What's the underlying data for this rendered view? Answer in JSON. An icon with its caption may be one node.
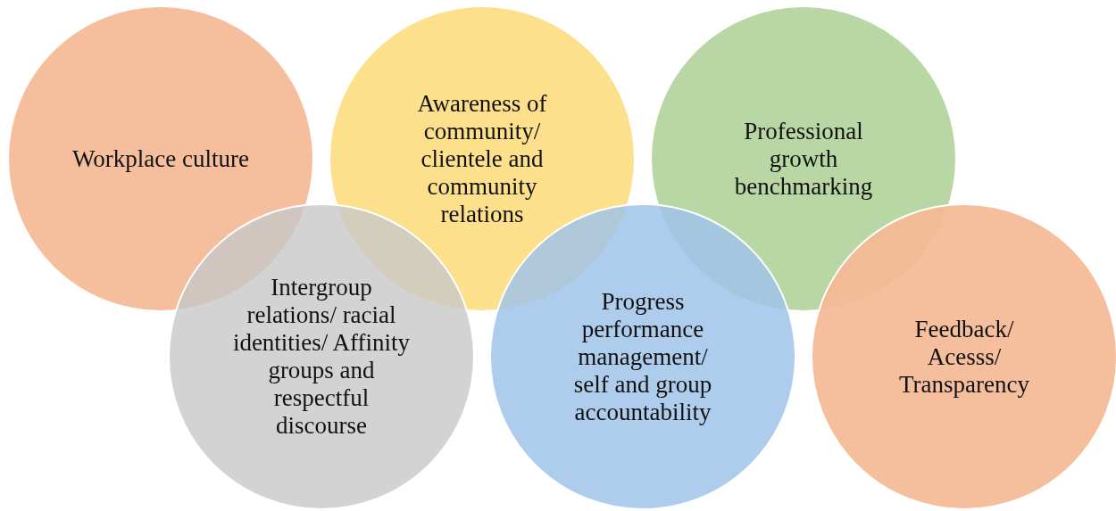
{
  "diagram": {
    "nodes": [
      {
        "text": [
          "Workplace culture"
        ]
      },
      {
        "text": [
          "Awareness of community/ clientele and community relations"
        ]
      },
      {
        "text": [
          "Professional growth benchmarking"
        ]
      },
      {
        "text": [
          "Intergroup relations/ racial identities/ Affinity groups and respectful discourse"
        ]
      },
      {
        "text": [
          "Progress performance management/ self and group accountability"
        ]
      },
      {
        "text": [
          "Feedback/ Acesss/ Transparency"
        ]
      }
    ]
  }
}
